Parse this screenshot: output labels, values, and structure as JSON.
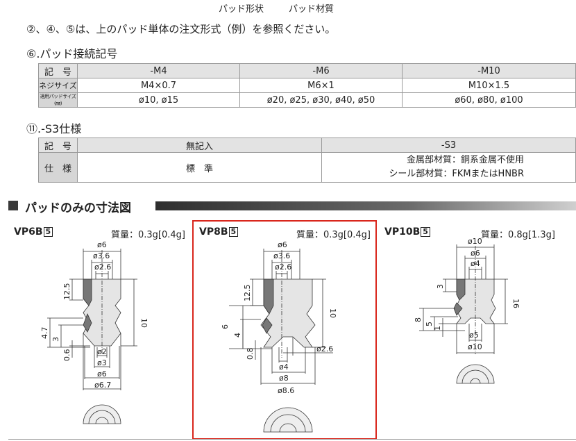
{
  "top": {
    "label_shape": "パッド形状",
    "label_material": "パッド材質"
  },
  "note": "②、④、⑤は、上のパッド単体の注文形式（例）を参照ください。",
  "section6": {
    "title": "⑥.パッド接続記号",
    "headers": [
      "記　号",
      "-M4",
      "-M6",
      "-M10"
    ],
    "rows": [
      [
        "ネジサイズ",
        "M4×0.7",
        "M6×1",
        "M10×1.5"
      ],
      [
        "適用パッドサイズ(㎜)",
        "ø10, ø15",
        "ø20, ø25, ø30, ø40, ø50",
        "ø60, ø80, ø100"
      ]
    ]
  },
  "section11": {
    "title": "⑪.-S3仕様",
    "headers": [
      "記　号",
      "無記入",
      "-S3"
    ],
    "spec_label": "仕　様",
    "spec_left": "標　準",
    "spec_right_1": "金属部材質：銅系金属不使用",
    "spec_right_2": "シール部材質：FKMまたはHNBR"
  },
  "dim_section": {
    "title": "パッドのみの寸法図"
  },
  "models": [
    {
      "name": "VP6B",
      "box": "5",
      "mass": "質量：0.3g[0.4g]",
      "dims": {
        "d_top": "ø6",
        "d_in1": "ø3.6",
        "d_in2": "ø2.6",
        "h_top": "12.5",
        "h_total": "10",
        "h_a": "4.7",
        "h_b": "3",
        "h_c": "0.6",
        "d_b1": "ø2",
        "d_b2": "ø3",
        "d_b3": "ø6",
        "d_b4": "ø6.7"
      }
    },
    {
      "name": "VP8B",
      "box": "5",
      "mass": "質量：0.3g[0.4g]",
      "dims": {
        "d_top": "ø6",
        "d_in1": "ø3.6",
        "d_in2": "ø2.6",
        "h_top": "12.5",
        "h_total": "10",
        "h_a": "6",
        "h_b": "4",
        "h_c": "0.8",
        "d_side": "ø2.6",
        "d_b1": "ø4",
        "d_b2": "ø8",
        "d_b3": "ø8.6"
      }
    },
    {
      "name": "VP10B",
      "box": "5",
      "mass": "質量：0.8g[1.3g]",
      "dims": {
        "d_top": "ø10",
        "d_in1": "ø6",
        "d_in2": "ø4",
        "h_top": "3",
        "h_total": "16",
        "h_a": "8",
        "h_b": "5",
        "h_c": "1",
        "d_b1": "ø5",
        "d_b2": "ø10"
      }
    }
  ]
}
